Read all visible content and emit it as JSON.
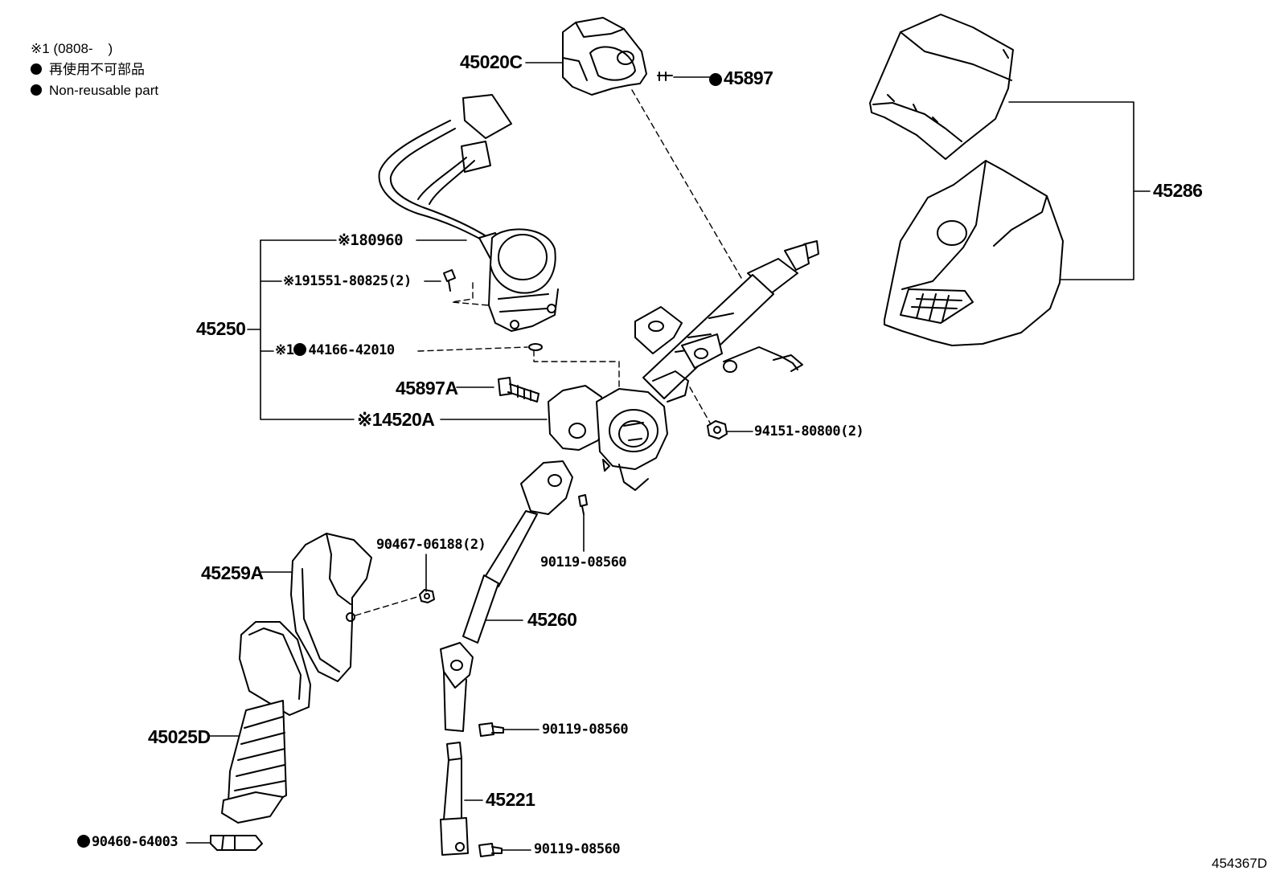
{
  "legend": {
    "note_1": "※1 (0808-    )",
    "non_reusable_ja": "再使用不可部品",
    "non_reusable_en": "Non-reusable part"
  },
  "parts": {
    "p45020C": "45020C",
    "p45897": "45897",
    "p45286": "45286",
    "p80960": "※180960",
    "p91551": "※191551-80825(2)",
    "p45250": "45250",
    "p44166_mark": "※1",
    "p44166": "44166-42010",
    "p45897A": "45897A",
    "p4520A": "※14520A",
    "p94151": "94151-80800(2)",
    "p90467": "90467-06188(2)",
    "p90119_a": "90119-08560",
    "p45259A": "45259A",
    "p45260": "45260",
    "p90119_b": "90119-08560",
    "p45025D": "45025D",
    "p45221": "45221",
    "p90460": "90460-64003",
    "p90119_c": "90119-08560"
  },
  "drawing_code": "454367D"
}
